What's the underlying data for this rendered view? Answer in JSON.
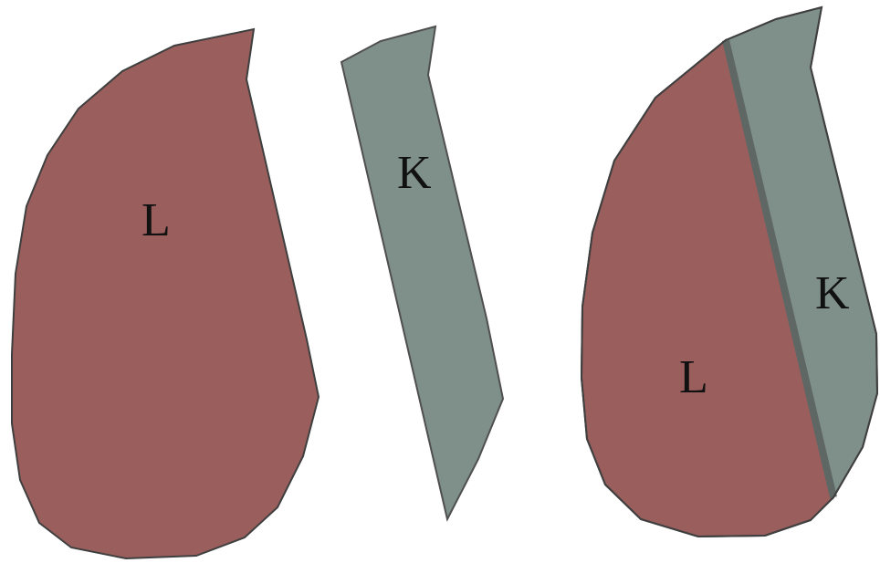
{
  "diagram": {
    "left_piece": {
      "label": "L"
    },
    "middle_piece": {
      "label": "K"
    },
    "assembled": {
      "label_k": "K",
      "label_l": "L"
    }
  },
  "colors": {
    "l_fill": "#9a5f5c",
    "k_fill": "#7f8f8a",
    "outline": "#3f3f3f",
    "seam": "#5f6764",
    "edge_strip": "#8d5b57"
  }
}
